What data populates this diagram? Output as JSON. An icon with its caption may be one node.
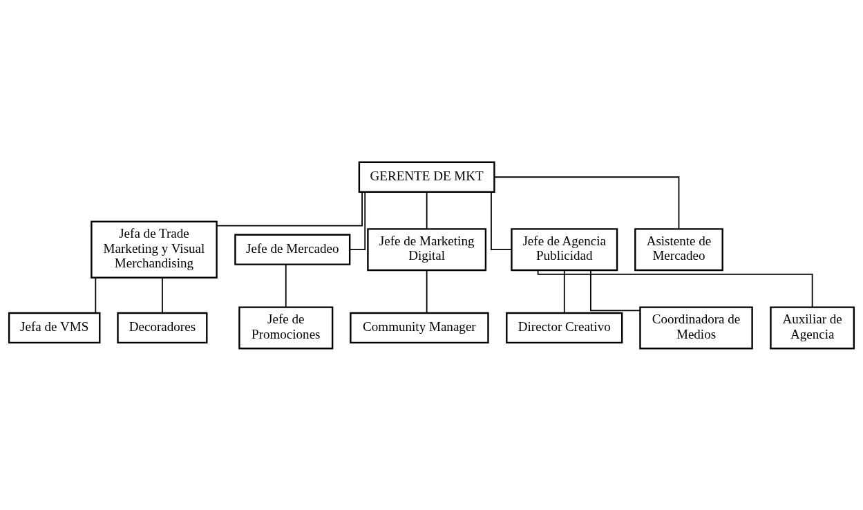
{
  "diagram": {
    "nodes": [
      {
        "text": [
          "GERENTE DE MKT"
        ]
      },
      {
        "text": [
          "Jefa de Trade Marketing y Visual Merchandising"
        ]
      },
      {
        "text": [
          "Jefe de Mercadeo"
        ]
      },
      {
        "text": [
          "Jefe de Marketing Digital"
        ]
      },
      {
        "text": [
          "Jefe de Agencia Publicidad"
        ]
      },
      {
        "text": [
          "Asistente de Mercadeo"
        ]
      },
      {
        "text": [
          "Jefa de VMS"
        ]
      },
      {
        "text": [
          "Decoradores"
        ]
      },
      {
        "text": [
          "Jefe de Promociones"
        ]
      },
      {
        "text": [
          "Community Manager"
        ]
      },
      {
        "text": [
          "Director Creativo"
        ]
      },
      {
        "text": [
          "Coordinadora de Medios"
        ]
      },
      {
        "text": [
          "Auxiliar de Agencia"
        ]
      }
    ],
    "edges": [
      {
        "from": 0,
        "to": 1,
        "arrow": "none"
      },
      {
        "from": 0,
        "to": 2,
        "arrow": "none"
      },
      {
        "from": 0,
        "to": 3,
        "arrow": "none"
      },
      {
        "from": 0,
        "to": 4,
        "arrow": "none"
      },
      {
        "from": 0,
        "to": 5,
        "arrow": "none"
      },
      {
        "from": 1,
        "to": 6,
        "arrow": "none"
      },
      {
        "from": 1,
        "to": 7,
        "arrow": "none"
      },
      {
        "from": 2,
        "to": 8,
        "arrow": "none"
      },
      {
        "from": 3,
        "to": 9,
        "arrow": "none"
      },
      {
        "from": 4,
        "to": 10,
        "arrow": "none"
      },
      {
        "from": 4,
        "to": 11,
        "arrow": "none"
      },
      {
        "from": 4,
        "to": 12,
        "arrow": "none"
      }
    ]
  }
}
